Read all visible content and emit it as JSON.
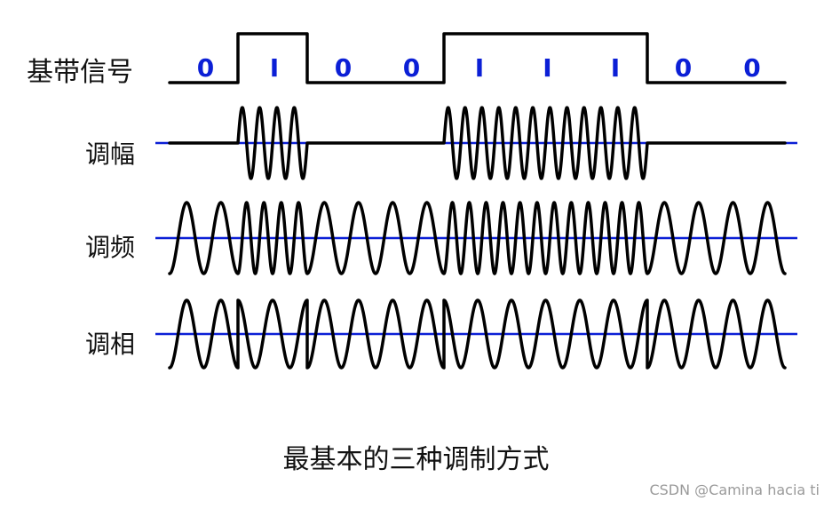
{
  "labels": {
    "baseband": "基带信号",
    "am": "调幅",
    "fm": "调频",
    "pm": "调相"
  },
  "bits": [
    "0",
    "1",
    "0",
    "0",
    "1",
    "1",
    "1",
    "0",
    "0"
  ],
  "caption": "最基本的三种调制方式",
  "watermark": "CSDN @Camina hacia ti",
  "colors": {
    "waveform": "#000000",
    "axis": "#0b1fd6",
    "bit_text": "#0b1fd6"
  }
}
